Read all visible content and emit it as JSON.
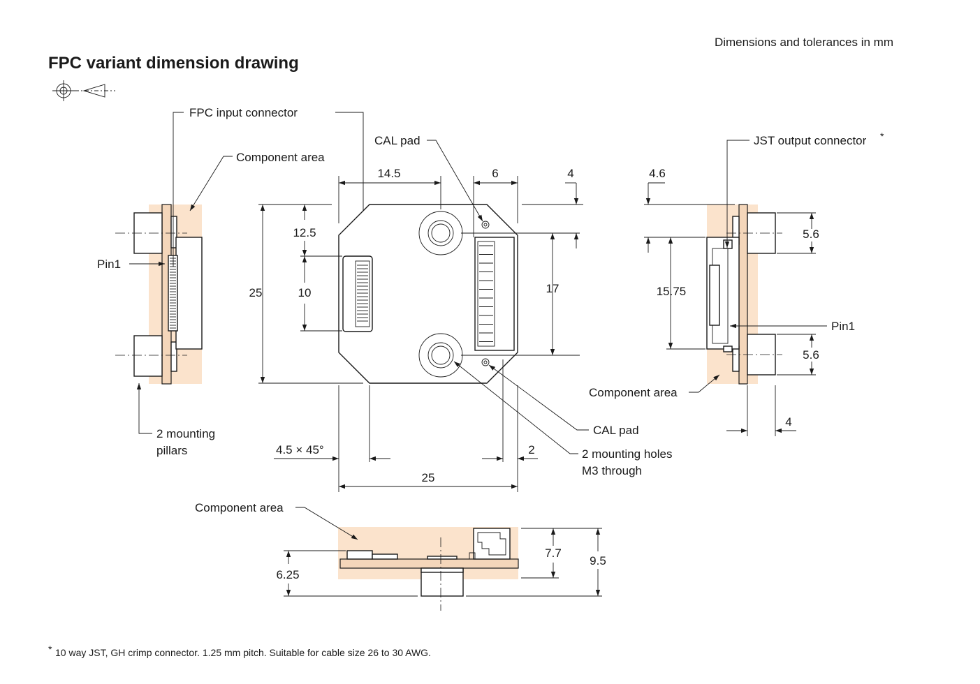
{
  "header": {
    "units_note": "Dimensions and tolerances in mm",
    "title": "FPC variant dimension drawing"
  },
  "projection_symbol": "first-angle-projection-icon",
  "colors": {
    "component_area": "#fbe3cc",
    "pcb": "#f4d6ba",
    "line": "#1a1a1a"
  },
  "labels": {
    "fpc_input_connector": "FPC input connector",
    "component_area_left": "Component area",
    "pin1_left": "Pin1",
    "mounting_pillars_1": "2 mounting",
    "mounting_pillars_2": "pillars",
    "cal_pad_top": "CAL pad",
    "cal_pad_bottom": "CAL pad",
    "mounting_holes_1": "2 mounting holes",
    "mounting_holes_2": "M3 through",
    "jst_output_connector": "JST output connector",
    "jst_asterisk": "*",
    "pin1_right": "Pin1",
    "component_area_right": "Component area",
    "component_area_bottom": "Component area"
  },
  "dims": {
    "d14_5": "14.5",
    "d6": "6",
    "d4_top": "4",
    "d12_5": "12.5",
    "d10": "10",
    "d25_v": "25",
    "d17": "17",
    "d4_5x45": "4.5 × 45°",
    "d2": "2",
    "d25_h": "25",
    "d4_6": "4.6",
    "d5_6_top": "5.6",
    "d15_75": "15.75",
    "d5_6_bot": "5.6",
    "d4_right": "4",
    "d7_7": "7.7",
    "d9_5": "9.5",
    "d6_25": "6.25"
  },
  "footnote": {
    "mark": "*",
    "text": "10 way JST, GH crimp connector.  1.25 mm pitch.  Suitable for cable size 26 to 30 AWG."
  }
}
